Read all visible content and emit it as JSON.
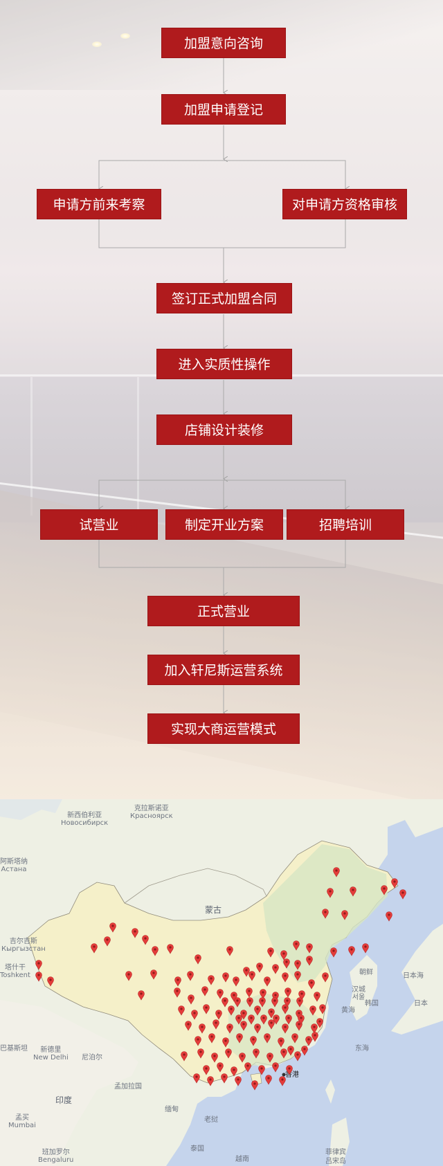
{
  "flowchart": {
    "steps": {
      "consult": "加盟意向咨询",
      "register": "加盟申请登记",
      "visit": "申请方前来考察",
      "review": "对申请方资格审核",
      "contract": "签订正式加盟合同",
      "substantive": "进入实质性操作",
      "decoration": "店铺设计装修",
      "trial": "试营业",
      "plan": "制定开业方案",
      "recruit": "招聘培训",
      "official": "正式营业",
      "join_system": "加入轩尼斯运营系统",
      "model": "实现大商运营模式"
    },
    "colors": {
      "node_fill": "#b01b1d",
      "node_text": "#ffffff",
      "connector": "#a9a9a9"
    }
  },
  "map": {
    "labels": {
      "novosibirsk": "新西伯利亚\nНовосибирск",
      "krasnoyarsk": "克拉斯诺亚\nКрасноярск",
      "astana": "阿斯塔纳\nАстана",
      "mongolia": "蒙古",
      "sea_of_japan": "日本海",
      "north_korea": "朝鲜",
      "seoul": "汉城\n서울",
      "south_korea": "韩国",
      "yellow_sea": "黄海",
      "japan": "日本",
      "east_china_sea": "东海",
      "kyrgyz": "吉尔吉斯\nКыргызстан",
      "tashkent": "塔什干\nToshkent",
      "pakistan": "巴基斯坦",
      "new_delhi": "新德里\nNew Delhi",
      "nepal": "尼泊尔",
      "india": "印度",
      "bangladesh": "孟加拉国",
      "mumbai": "孟买\nMumbai",
      "myanmar": "缅甸",
      "laos": "老挝",
      "thailand": "泰国",
      "bengaluru": "班加罗尔\nBengaluru",
      "vietnam": "越南",
      "hong_kong": "香港",
      "philippines": "菲律宾",
      "luzon": "吕宋岛"
    },
    "colors": {
      "land": "#eef0e2",
      "china_fill": "#f5f0c9",
      "china_green": "#d5e6c3",
      "water": "#c5d4ec",
      "marker": "#e43c3a"
    }
  }
}
